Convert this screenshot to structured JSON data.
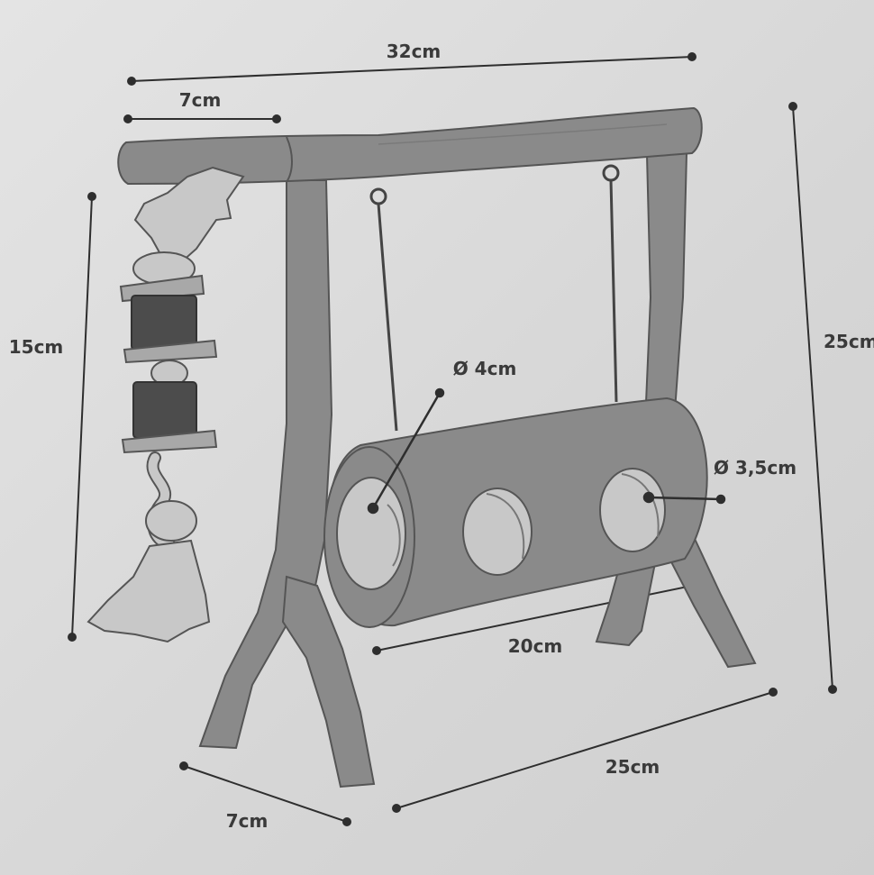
{
  "labels": {
    "top_width": "32cm",
    "side_left_top": "7cm",
    "left_height": "15cm",
    "right_height": "25cm",
    "hole_large": "Ø 4cm",
    "hole_small": "Ø 3,5cm",
    "log_length": "20cm",
    "base_depth": "25cm",
    "base_left": "7cm"
  },
  "colors": {
    "paper": "#dcdcdc",
    "wood": "#8a8a8a",
    "wood_dark": "#555555",
    "line": "#2e2e2e",
    "block": "#4c4c4c",
    "light": "#c8c8c8"
  }
}
